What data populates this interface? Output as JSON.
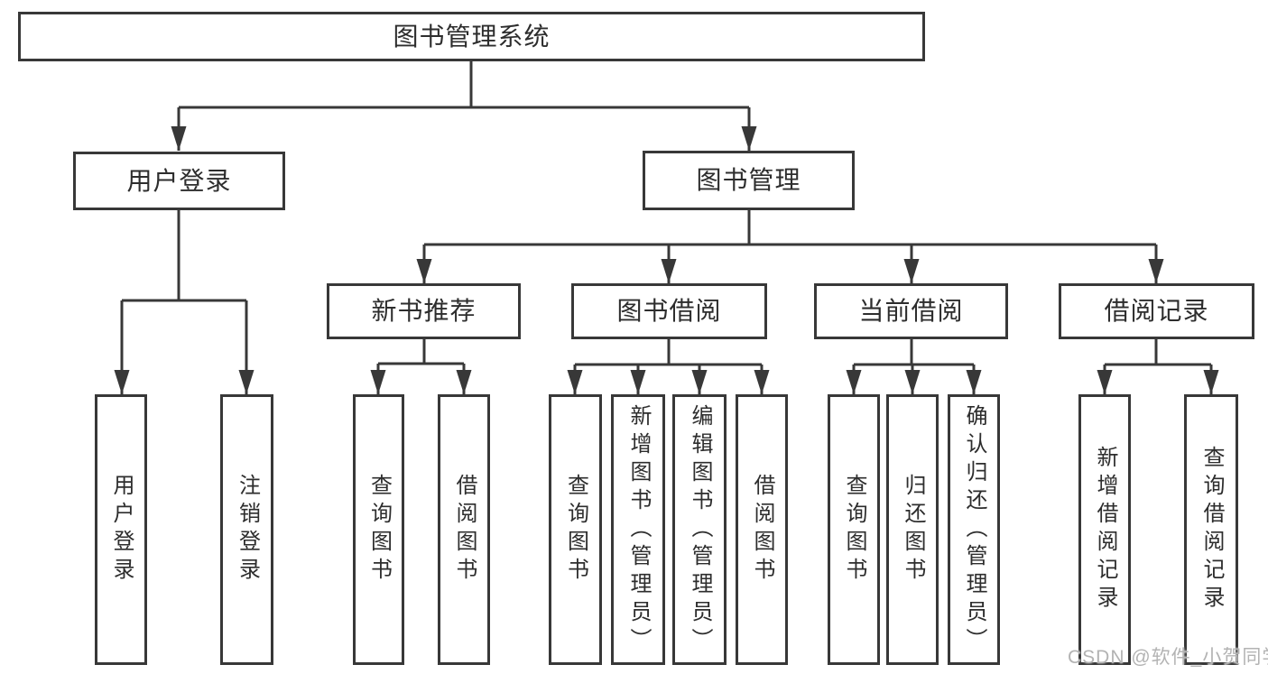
{
  "tree": {
    "root": "图书管理系统",
    "login": {
      "label": "用户登录",
      "children": [
        "用户登录",
        "注销登录"
      ]
    },
    "mgmt": {
      "label": "图书管理",
      "groups": [
        {
          "label": "新书推荐",
          "children": [
            "查询图书",
            "借阅图书"
          ]
        },
        {
          "label": "图书借阅",
          "children": [
            "查询图书",
            "新增图书（管理员）",
            "编辑图书（管理员）",
            "借阅图书"
          ]
        },
        {
          "label": "当前借阅",
          "children": [
            "查询图书",
            "归还图书",
            "确认归还（管理员）"
          ]
        },
        {
          "label": "借阅记录",
          "children": [
            "新增借阅记录",
            "查询借阅记录"
          ]
        }
      ]
    }
  },
  "watermark": "CSDN @软件_小贺同学",
  "colors": {
    "line": "#383838",
    "text": "#2d2d2d",
    "watermark": "#b3b3b3"
  }
}
